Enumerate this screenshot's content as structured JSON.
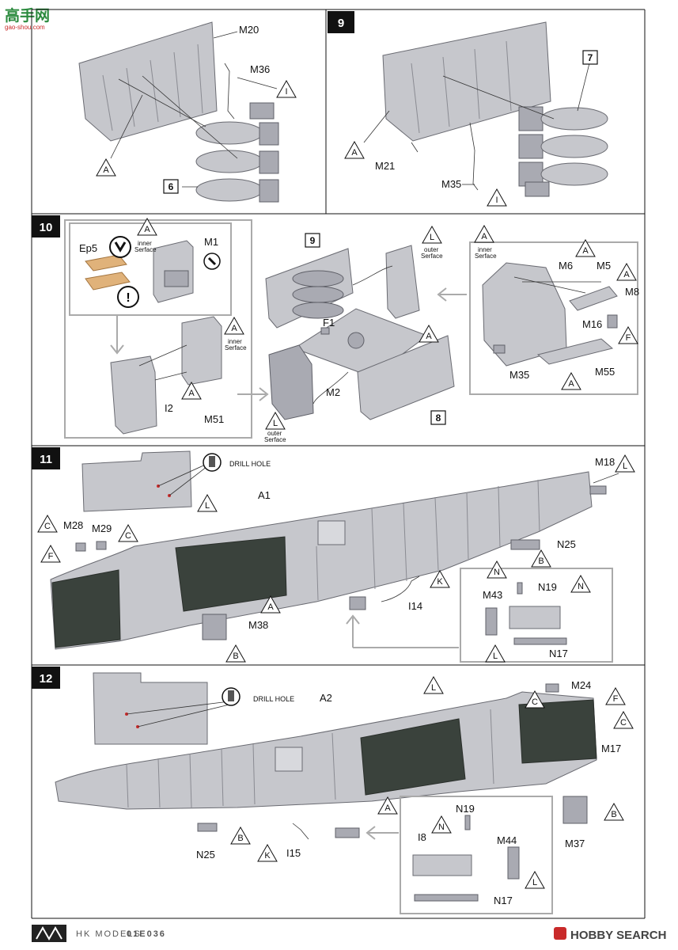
{
  "watermark": {
    "chars": "高手网",
    "url": "gao-shou.com"
  },
  "steps": {
    "s8": {
      "parts": {
        "M20": "M20",
        "M36": "M36"
      },
      "refs": {
        "I": "I",
        "A": "A"
      },
      "box": "6"
    },
    "s9": {
      "number": "9",
      "parts": {
        "M21": "M21",
        "M35": "M35"
      },
      "refs": {
        "A": "A",
        "I": "I"
      },
      "box": "7"
    },
    "s10": {
      "number": "10",
      "parts": {
        "Ep5": "Ep5",
        "M1": "M1",
        "I2": "I2",
        "M51": "M51",
        "F1": "F1",
        "M2": "M2",
        "M6": "M6",
        "M5": "M5",
        "M8": "M8",
        "M16": "M16",
        "M35": "M35",
        "M55": "M55"
      },
      "refs": {
        "A": "A",
        "L": "L",
        "F": "F"
      },
      "inner": "inner",
      "outer": "outer",
      "serface": "Serface",
      "boxes": {
        "b9": "9",
        "b8": "8"
      }
    },
    "s11": {
      "number": "11",
      "drill": "DRILL HOLE",
      "parts": {
        "A1": "A1",
        "M18": "M18",
        "M28": "M28",
        "M29": "M29",
        "N25": "N25",
        "M38": "M38",
        "I14": "I14",
        "M43": "M43",
        "N19": "N19",
        "N17": "N17"
      },
      "refs": {
        "L": "L",
        "C": "C",
        "F": "F",
        "A": "A",
        "B": "B",
        "K": "K",
        "N": "N"
      }
    },
    "s12": {
      "number": "12",
      "drill": "DRILL HOLE",
      "parts": {
        "A2": "A2",
        "M24": "M24",
        "M17": "M17",
        "M37": "M37",
        "N25": "N25",
        "I15": "I15",
        "N19": "N19",
        "I8": "I8",
        "M44": "M44",
        "N17": "N17"
      },
      "refs": {
        "L": "L",
        "C": "C",
        "F": "F",
        "A": "A",
        "B": "B",
        "K": "K",
        "N": "N"
      }
    }
  },
  "footer": {
    "brand": "HK MODELS",
    "code": "01E036",
    "site": "HOBBY SEARCH"
  }
}
